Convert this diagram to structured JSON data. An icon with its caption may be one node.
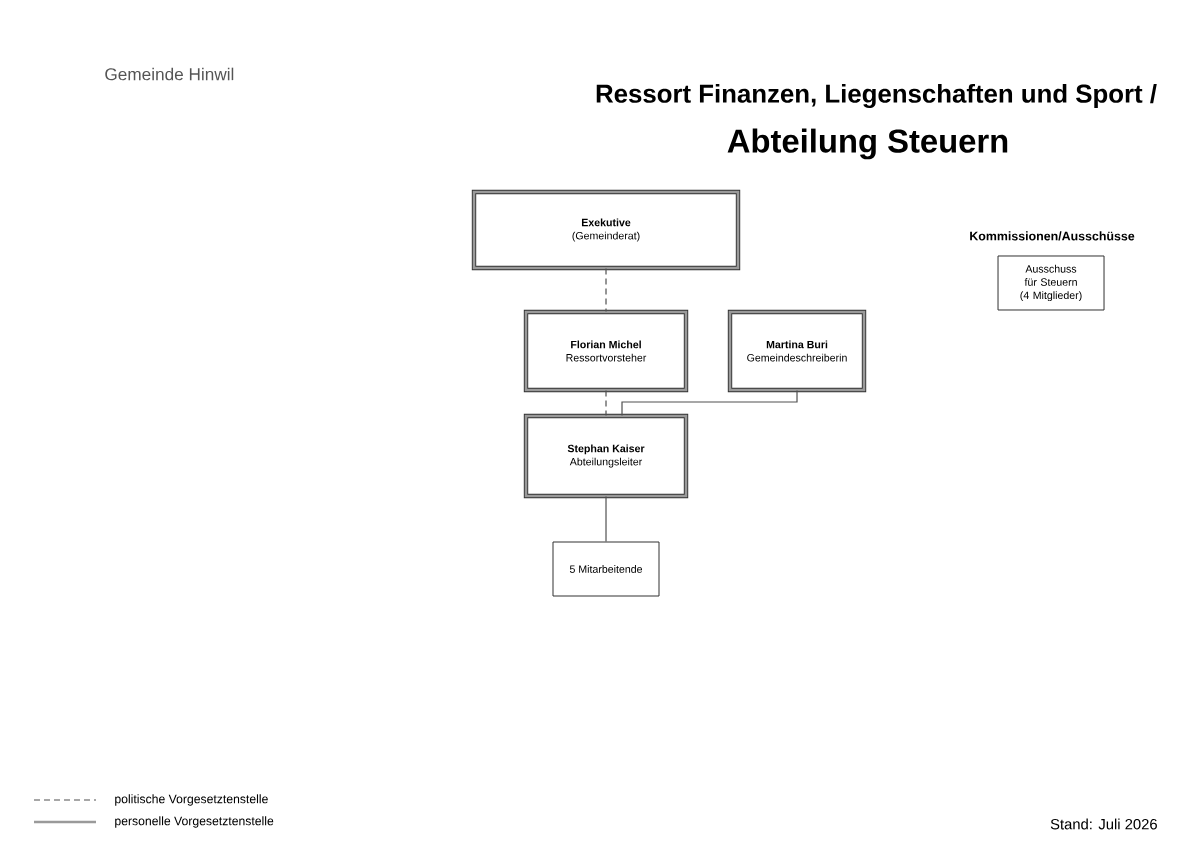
{
  "diagram": {
    "title": "Ressort Finanzen, Liegenschaften und Sport /",
    "nodes": [
      {
        "text": [
          "Exekutive",
          "(Gemeinderat)"
        ]
      },
      {
        "text": [
          "Florian Michel",
          "Ressortvorsteher"
        ]
      },
      {
        "text": [
          "Martina Buri",
          "Gemeindeschreiberin"
        ]
      },
      {
        "text": [
          "Stephan Kaiser",
          "Abteilungsleiter"
        ]
      },
      {
        "text": [
          "5 Mitarbeitende"
        ]
      },
      {
        "text": [
          "Ausschuss für Steuern (4 Mitglieder)"
        ]
      }
    ],
    "edges": [
      {
        "from": 0,
        "to": 1,
        "arrow": "none",
        "style": "dashed"
      },
      {
        "from": 1,
        "to": 3,
        "arrow": "none",
        "style": "dashed"
      },
      {
        "from": 2,
        "to": 3,
        "arrow": "none"
      },
      {
        "from": 3,
        "to": 4,
        "arrow": "none"
      }
    ],
    "labels": [
      "Gemeinde Hinwil",
      "Abteilung Steuern",
      "Kommissionen/Ausschüsse",
      "Stand: Juli 2026"
    ],
    "legend": [
      {
        "text": "politische Vorgesetztenstelle"
      },
      {
        "text": "personelle Vorgesetztenstelle"
      }
    ]
  }
}
